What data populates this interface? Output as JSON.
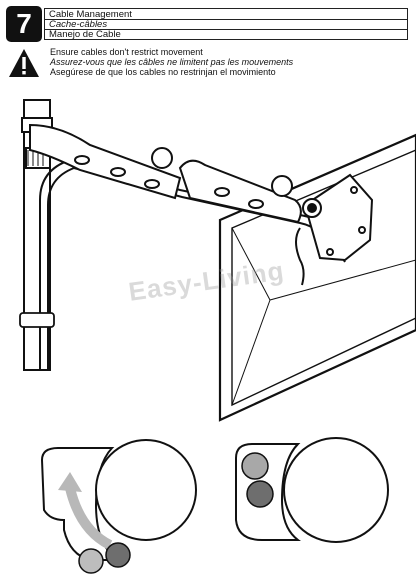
{
  "step": {
    "number": "7",
    "titles": [
      "Cable Management",
      "Cache-câbles",
      "Manejo de Cable"
    ]
  },
  "warning": {
    "icon": "warning-triangle-icon",
    "lines": [
      "Ensure cables don't restrict movement",
      "Assurez-vous que les câbles ne limitent pas les mouvements",
      "Asegúrese de que los cables no restrinjan el movimiento"
    ]
  },
  "watermark": "Easy-Living",
  "colors": {
    "ink": "#111111",
    "cable": "#9a9a9a",
    "arrow": "#b8b8b8"
  }
}
